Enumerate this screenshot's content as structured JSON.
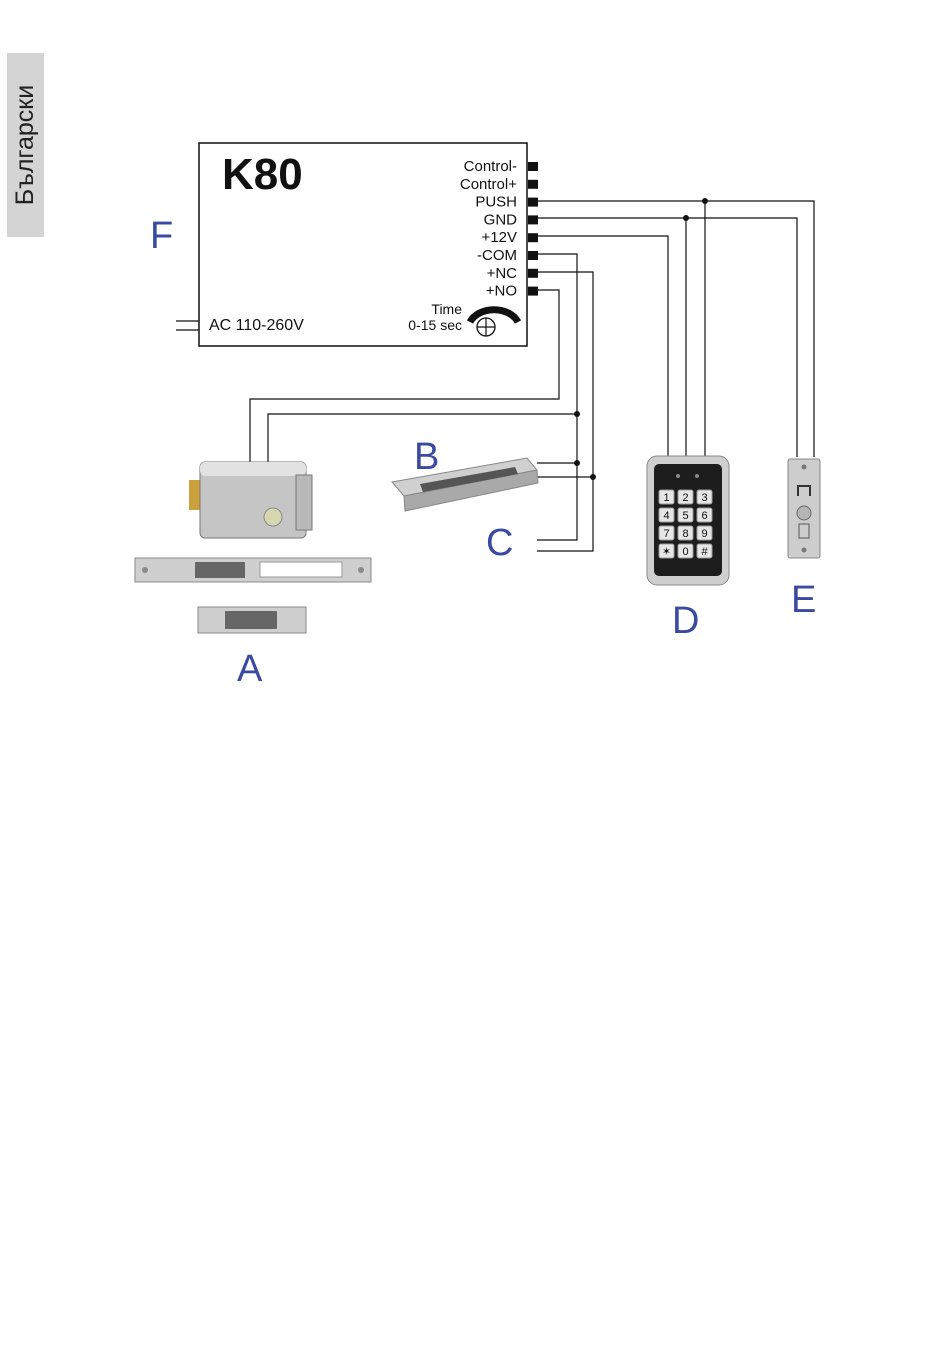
{
  "side_tab": {
    "language": "Български"
  },
  "controller": {
    "model": "K80",
    "power_label": "AC 110-260V",
    "time_label": "Time",
    "time_range": "0-15 sec",
    "terminals": [
      "Control-",
      "Control+",
      "PUSH",
      "GND",
      "+12V",
      "-COM",
      "+NC",
      "+NO"
    ]
  },
  "callouts": {
    "F": "F",
    "A": "A",
    "B": "B",
    "C": "C",
    "D": "D",
    "E": "E"
  },
  "keypad_keys": [
    "1",
    "2",
    "3",
    "4",
    "5",
    "6",
    "7",
    "8",
    "9",
    "✶",
    "0",
    "#"
  ],
  "colors": {
    "callout": "#3a4aa0",
    "wire": "#111111",
    "metal": "#c8c8c8"
  }
}
